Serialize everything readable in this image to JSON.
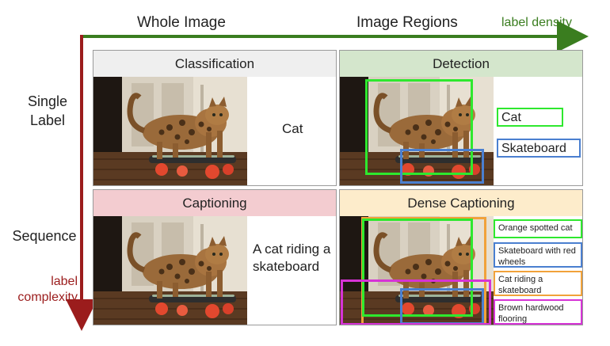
{
  "axes": {
    "x_left_heading": "Whole Image",
    "x_right_heading": "Image Regions",
    "x_axis_label": "label density",
    "y_axis_label": "label\ncomplexity",
    "row_top_label": "Single\nLabel",
    "row_bottom_label": "Sequence"
  },
  "panels": {
    "classification": {
      "title": "Classification",
      "result": "Cat",
      "header_color": "#efefef"
    },
    "detection": {
      "title": "Detection",
      "labels": [
        "Cat",
        "Skateboard"
      ],
      "header_color": "#d4e6cc"
    },
    "captioning": {
      "title": "Captioning",
      "result": "A cat riding a skateboard",
      "header_color": "#f3ccd0"
    },
    "dense_captioning": {
      "title": "Dense Captioning",
      "header_color": "#fdeccb",
      "labels": [
        "Orange spotted cat",
        "Skateboard with red wheels",
        "Cat riding a skateboard",
        "Brown hardwood flooring"
      ]
    }
  },
  "colors": {
    "density_arrow": "#3a7d1f",
    "complexity_arrow": "#9b1c1c",
    "green_box": "#2ee82e",
    "blue_box": "#4a7fd0",
    "orange_box": "#f1a23a",
    "magenta_box": "#d633d6"
  }
}
